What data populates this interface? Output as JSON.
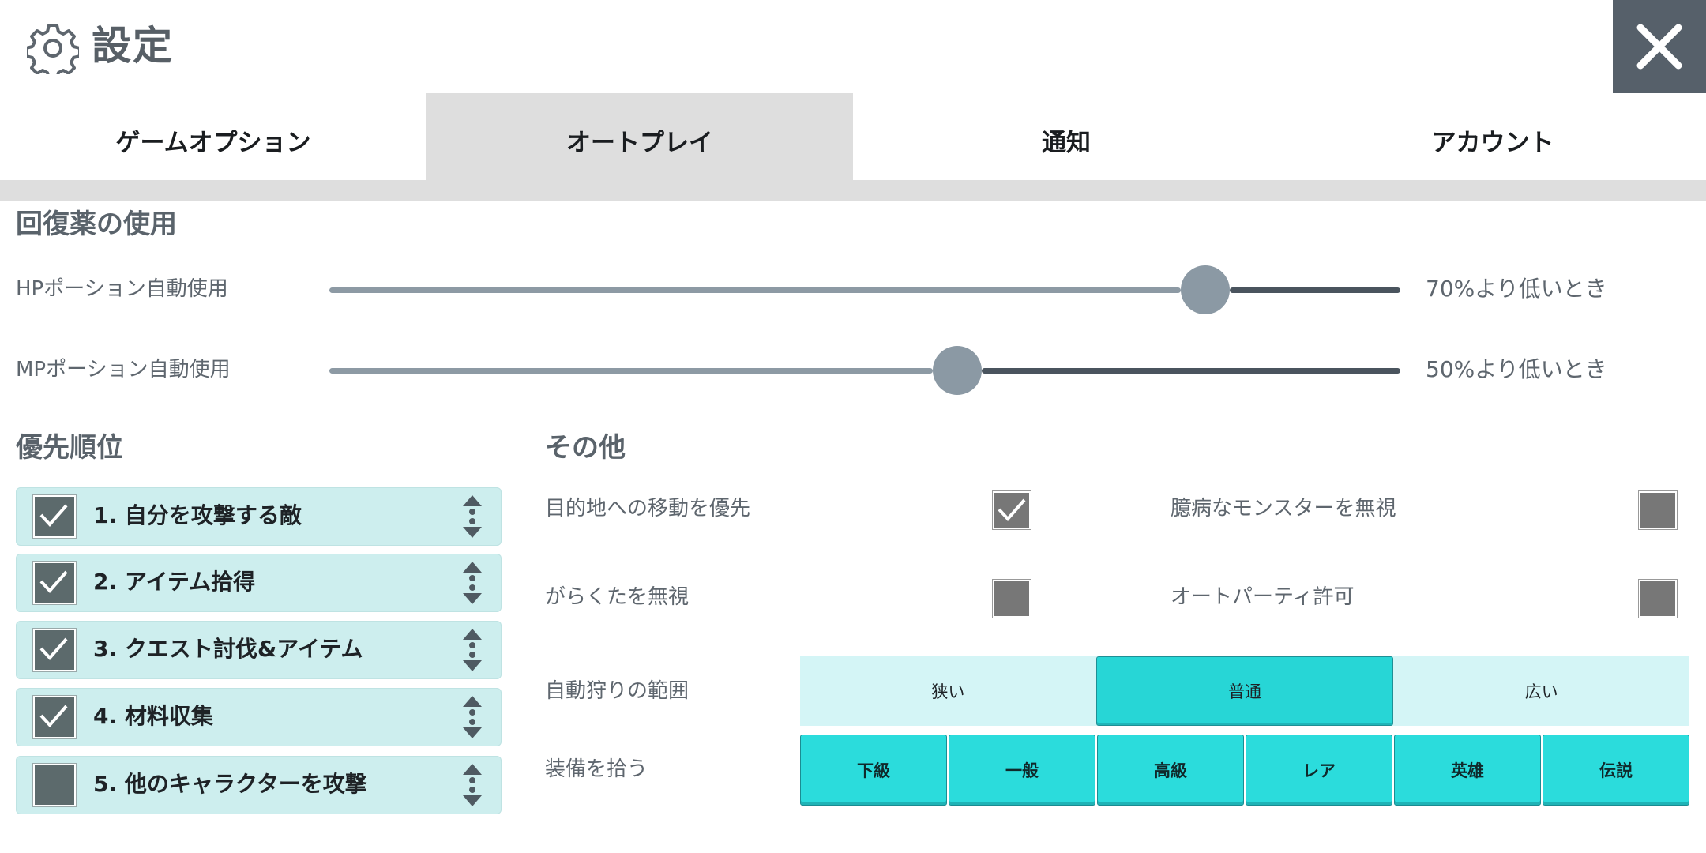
{
  "header": {
    "title": "設定"
  },
  "tabs": [
    {
      "label": "ゲームオプション"
    },
    {
      "label": "オートプレイ"
    },
    {
      "label": "通知"
    },
    {
      "label": "アカウント"
    }
  ],
  "recovery": {
    "heading": "回復薬の使用",
    "hp": {
      "label": "HPポーション自動使用",
      "value_text": "70%より低いとき",
      "value": 70
    },
    "mp": {
      "label": "MPポーション自動使用",
      "value_text": "50%より低いとき",
      "value": 50
    }
  },
  "priority": {
    "heading": "優先順位",
    "items": [
      {
        "label": "1.  自分を攻撃する敵",
        "checked": true
      },
      {
        "label": "2.  アイテム拾得",
        "checked": true
      },
      {
        "label": "3.  クエスト討伐&アイテム",
        "checked": true
      },
      {
        "label": "4.  材料収集",
        "checked": true
      },
      {
        "label": "5.  他のキャラクターを攻撃",
        "checked": false
      }
    ]
  },
  "other": {
    "heading": "その他",
    "options": [
      {
        "label": "目的地への移動を優先",
        "checked": true
      },
      {
        "label": "臆病なモンスターを無視",
        "checked": false
      },
      {
        "label": "がらくたを無視",
        "checked": false
      },
      {
        "label": "オートパーティ許可",
        "checked": false
      }
    ],
    "range": {
      "label": "自動狩りの範囲",
      "options": [
        "狭い",
        "普通",
        "広い"
      ],
      "selected": "普通"
    },
    "equip": {
      "label": "装備を拾う",
      "options": [
        "下級",
        "一般",
        "高級",
        "レア",
        "英雄",
        "伝説"
      ]
    }
  },
  "colors": {
    "accent": "#27d6d6",
    "panel_light": "#d4f5f6",
    "close_bg": "#56606a",
    "tab_active": "#dedede"
  }
}
